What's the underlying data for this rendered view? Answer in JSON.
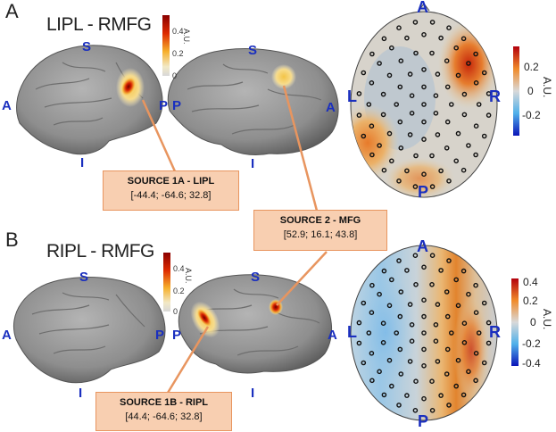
{
  "panels": {
    "a": {
      "letter": "A",
      "title": "LIPL - RMFG"
    },
    "b": {
      "letter": "B",
      "title": "RIPL - RMFG"
    }
  },
  "orientation": {
    "superior": "S",
    "inferior": "I",
    "anterior": "A",
    "posterior": "P",
    "left": "L",
    "right": "R"
  },
  "sources": {
    "s1a": {
      "name": "SOURCE 1A - LIPL",
      "coords": "[-44.4; -64.6; 32.8]"
    },
    "s2": {
      "name": "SOURCE 2 - MFG",
      "coords": "[52.9; 16.1; 43.8]"
    },
    "s1b": {
      "name": "SOURCE 1B - RIPL",
      "coords": "[44.4; -64.6; 32.8]"
    }
  },
  "colorbars": {
    "brain_a": {
      "ticks": [
        "0.4",
        "0.2",
        "0"
      ],
      "unit": "A.U."
    },
    "brain_b": {
      "ticks": [
        "0.4",
        "0.2",
        "0"
      ],
      "unit": "A.U."
    },
    "topo_a": {
      "ticks": [
        "0.2",
        "0",
        "-0.2"
      ],
      "unit": "A.U."
    },
    "topo_b": {
      "ticks": [
        "0.4",
        "0.2",
        "0",
        "-0.2",
        "-0.4"
      ],
      "unit": "A.U."
    }
  },
  "colors": {
    "orientation_label": "#1a2fbf",
    "source_box_fill": "#f8cfb1",
    "connector": "#e8955f"
  }
}
